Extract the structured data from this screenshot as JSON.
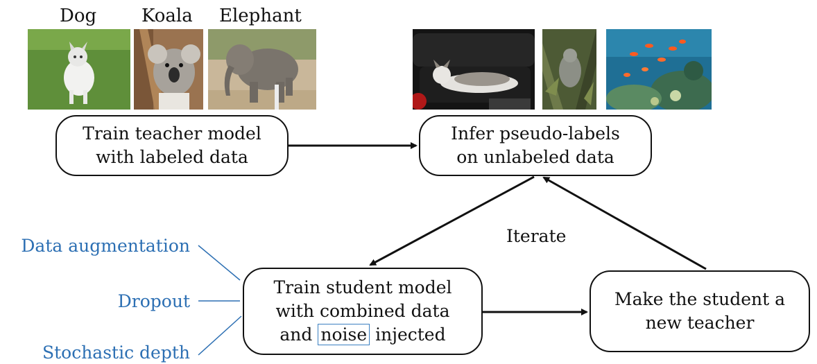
{
  "labeled_images": [
    {
      "caption": "Dog",
      "icon": "dog-photo"
    },
    {
      "caption": "Koala",
      "icon": "koala-photo"
    },
    {
      "caption": "Elephant",
      "icon": "elephant-photo"
    }
  ],
  "unlabeled_images": [
    {
      "icon": "husky-on-couch-photo"
    },
    {
      "icon": "koala-in-tree-photo"
    },
    {
      "icon": "coral-reef-fish-photo"
    }
  ],
  "boxes": {
    "teacher": {
      "line1": "Train teacher model",
      "line2": "with labeled data"
    },
    "infer": {
      "line1": "Infer pseudo-labels",
      "line2": "on unlabeled data"
    },
    "student": {
      "line1": "Train student model",
      "line2": "with combined data",
      "line3_pre": "and",
      "line3_noise": "noise",
      "line3_post": "injected"
    },
    "new_teacher": {
      "line1": "Make the student a",
      "line2": "new teacher"
    }
  },
  "iterate_label": "Iterate",
  "noise_types": [
    "Data augmentation",
    "Dropout",
    "Stochastic depth"
  ],
  "colors": {
    "noise_blue": "#2c6fb3",
    "line_black": "#111111"
  }
}
